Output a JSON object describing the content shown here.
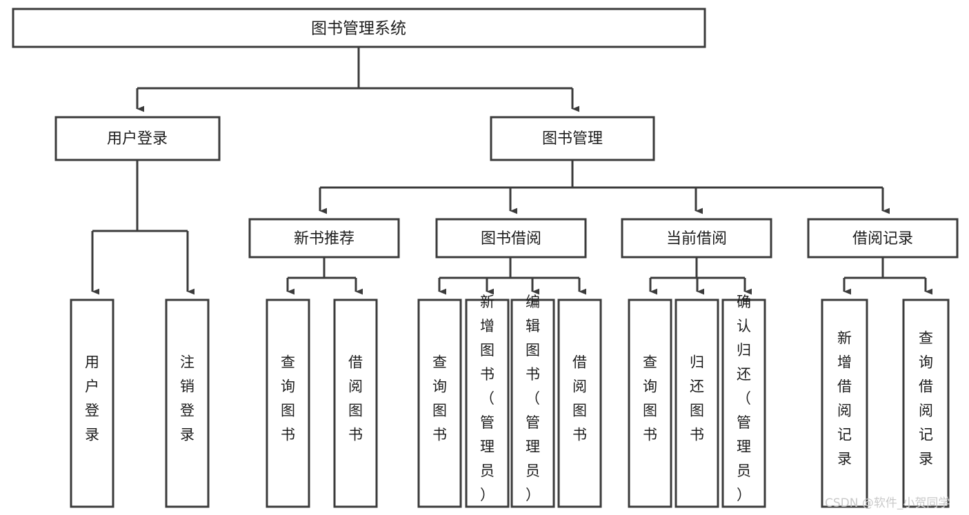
{
  "diagram": {
    "title": "图书管理系统",
    "type": "tree",
    "root": {
      "label": "图书管理系统"
    },
    "level2": [
      {
        "label": "用户登录"
      },
      {
        "label": "图书管理"
      }
    ],
    "level3": [
      {
        "label": "新书推荐"
      },
      {
        "label": "图书借阅"
      },
      {
        "label": "当前借阅"
      },
      {
        "label": "借阅记录"
      }
    ],
    "leaves": [
      {
        "label": "用户登录",
        "parent": "用户登录"
      },
      {
        "label": "注销登录",
        "parent": "用户登录"
      },
      {
        "label": "查询图书",
        "parent": "新书推荐"
      },
      {
        "label": "借阅图书",
        "parent": "新书推荐"
      },
      {
        "label": "查询图书",
        "parent": "图书借阅"
      },
      {
        "label": "新增图书（管理员）",
        "parent": "图书借阅"
      },
      {
        "label": "编辑图书（管理员）",
        "parent": "图书借阅"
      },
      {
        "label": "借阅图书",
        "parent": "图书借阅"
      },
      {
        "label": "查询图书",
        "parent": "当前借阅"
      },
      {
        "label": "归还图书",
        "parent": "当前借阅"
      },
      {
        "label": "确认归还（管理员）",
        "parent": "当前借阅"
      },
      {
        "label": "新增借阅记录",
        "parent": "借阅记录"
      },
      {
        "label": "查询借阅记录",
        "parent": "借阅记录"
      }
    ],
    "watermark": "CSDN @软件_小贺同学",
    "colors": {
      "stroke": "#3b3b3b",
      "box_fill": "#ffffff",
      "text": "#1c1c1c",
      "background": "#ffffff",
      "watermark": "#c9c9c9"
    }
  }
}
